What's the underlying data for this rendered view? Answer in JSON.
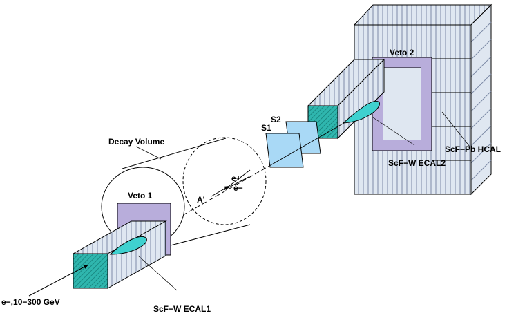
{
  "labels": {
    "veto2": "Veto 2",
    "veto1": "Veto 1",
    "s1": "S1",
    "s2": "S2",
    "decay_volume": "Decay Volume",
    "ecal2": "ScF−W ECAL2",
    "hcal": "ScF−Pb HCAL",
    "aprime": "A'",
    "eplus": "e+",
    "eminus": "e−",
    "beam": "e−,10−300 GeV",
    "ecal1": "ScF−W ECAL1"
  },
  "colors": {
    "veto": "#b8addb",
    "stripe_fill": "#dfe7f1",
    "stripe_line": "#7d8aa6",
    "teal": "#2fb6ae",
    "counter": "#a9d9f6",
    "shower": "#3fd1cf"
  }
}
